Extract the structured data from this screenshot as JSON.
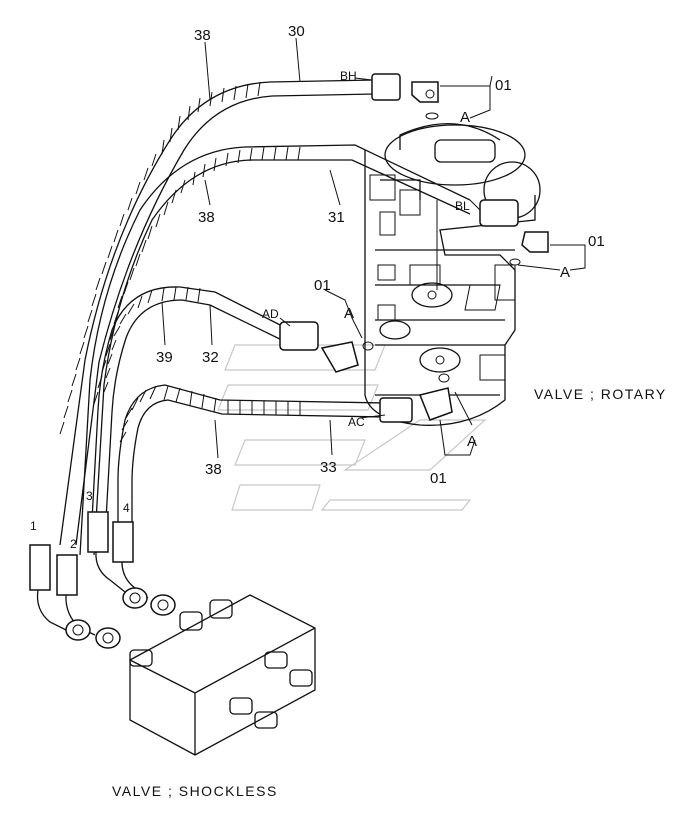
{
  "labels": {
    "titles": {
      "rotary": "VALVE ; ROTARY",
      "shockless": "VALVE ; SHOCKLESS"
    },
    "callouts": {
      "c38_top": "38",
      "c30": "30",
      "c01_top": "01",
      "c38_mid": "38",
      "c31": "31",
      "c01_right": "01",
      "c01_left": "01",
      "c39": "39",
      "c32": "32",
      "c38_low": "38",
      "c33": "33",
      "c01_bottom": "01"
    },
    "ports": {
      "bh": "BH",
      "bl": "BL",
      "ad": "AD",
      "ac": "AC",
      "a1": "A",
      "a2": "A",
      "a3": "A",
      "a4": "A"
    },
    "hose_numbers": {
      "h1": "1",
      "h2": "2",
      "h3": "3",
      "h4": "4"
    }
  }
}
